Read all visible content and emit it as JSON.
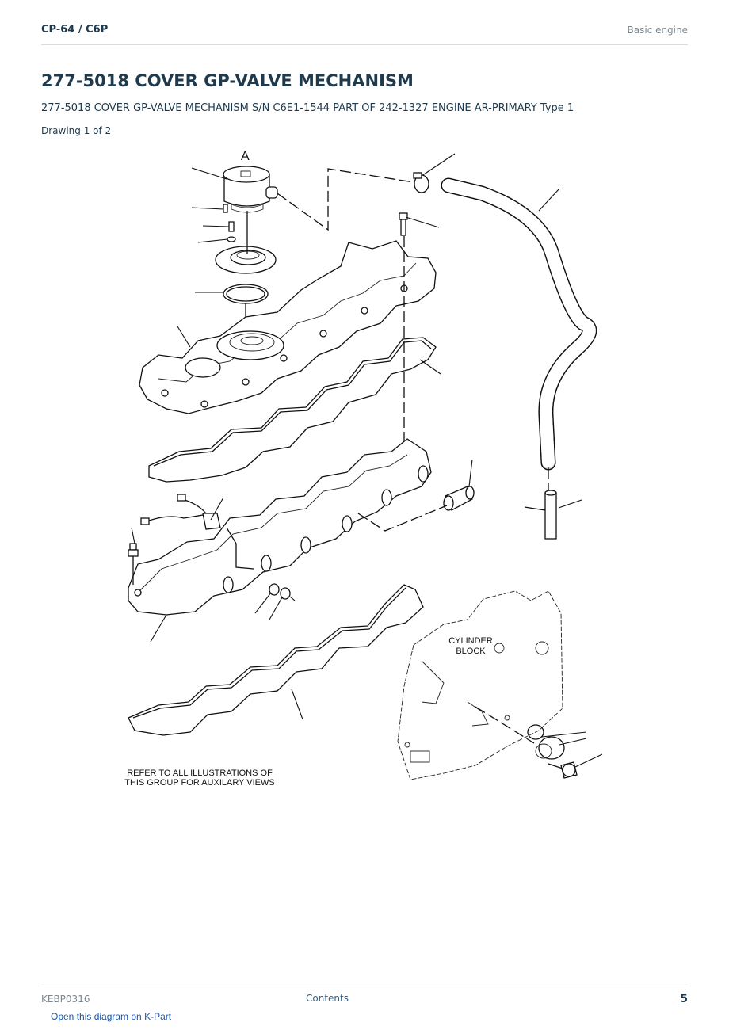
{
  "header": {
    "breadcrumb": "CP-64  /  C6P",
    "section": "Basic engine"
  },
  "title": "277-5018 COVER GP-VALVE MECHANISM",
  "subtitle": "277-5018 COVER GP-VALVE MECHANISM S/N C6E1-1544 PART OF 242-1327 ENGINE AR-PRIMARY Type 1",
  "drawing_label": "Drawing 1 of 2",
  "diagram": {
    "callout_a": "A",
    "cylinder_block_line1": "CYLINDER",
    "cylinder_block_line2": "BLOCK",
    "note_line1": "REFER TO ALL ILLUSTRATIONS OF",
    "note_line2": "THIS GROUP FOR AUXILARY VIEWS"
  },
  "footer": {
    "doc_code": "KEBP0316",
    "contents_link": "Contents",
    "page_number": "5"
  },
  "kpart_link": "Open this diagram on K-Part"
}
